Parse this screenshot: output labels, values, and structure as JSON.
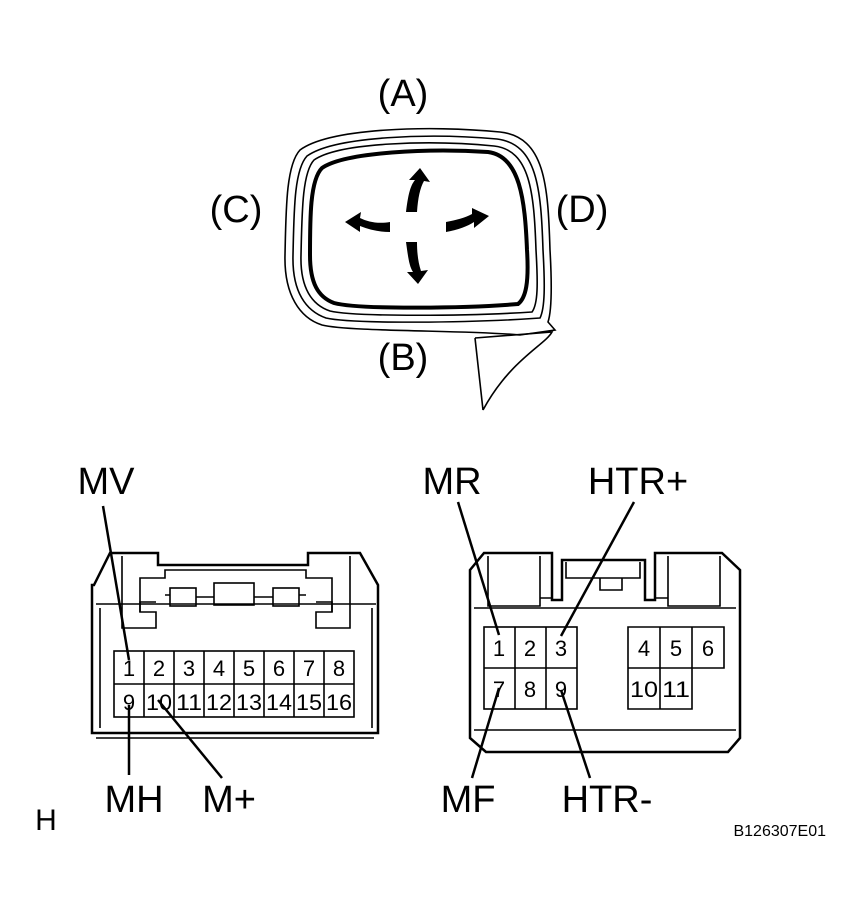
{
  "mirror": {
    "label_a": "(A)",
    "label_b": "(B)",
    "label_c": "(C)",
    "label_d": "(D)"
  },
  "connector_left": {
    "label_mv": "MV",
    "label_mh": "MH",
    "label_mplus": "M+",
    "row1": [
      "1",
      "2",
      "3",
      "4",
      "5",
      "6",
      "7",
      "8"
    ],
    "row2": [
      "9",
      "10",
      "11",
      "12",
      "13",
      "14",
      "15",
      "16"
    ]
  },
  "connector_right": {
    "label_mr": "MR",
    "label_htr_plus": "HTR+",
    "label_mf": "MF",
    "label_htr_minus": "HTR-",
    "left_row1": [
      "1",
      "2",
      "3"
    ],
    "left_row2": [
      "7",
      "8",
      "9"
    ],
    "right_row1": [
      "4",
      "5",
      "6"
    ],
    "right_row2": [
      "10",
      "11"
    ]
  },
  "footer": {
    "connector_id": "H",
    "figure_code": "B126307E01"
  }
}
